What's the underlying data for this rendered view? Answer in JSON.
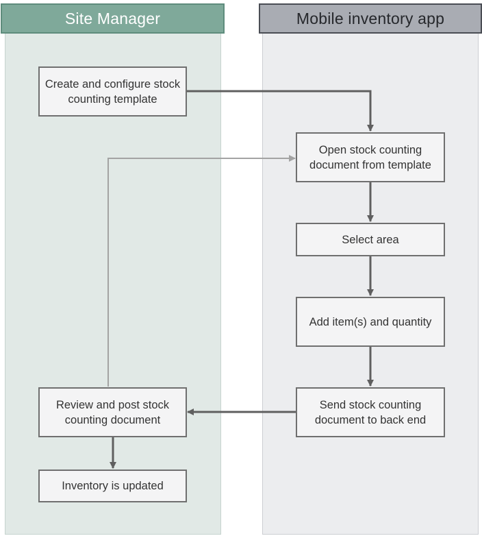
{
  "lanes": {
    "site_manager": "Site Manager",
    "mobile_app": "Mobile inventory app"
  },
  "steps": {
    "create_template": "Create and configure stock counting template",
    "open_document": "Open stock counting document from template",
    "select_area": "Select area",
    "add_items": "Add item(s) and quantity",
    "send_document": "Send stock counting document to back end",
    "review_post": "Review and post stock counting document",
    "inventory_updated": "Inventory is updated"
  },
  "colors": {
    "site_manager_header": "#7fa99a",
    "mobile_app_header": "#a9acb3",
    "arrow_dark": "#5f5f5f",
    "arrow_light": "#a3a3a3"
  }
}
